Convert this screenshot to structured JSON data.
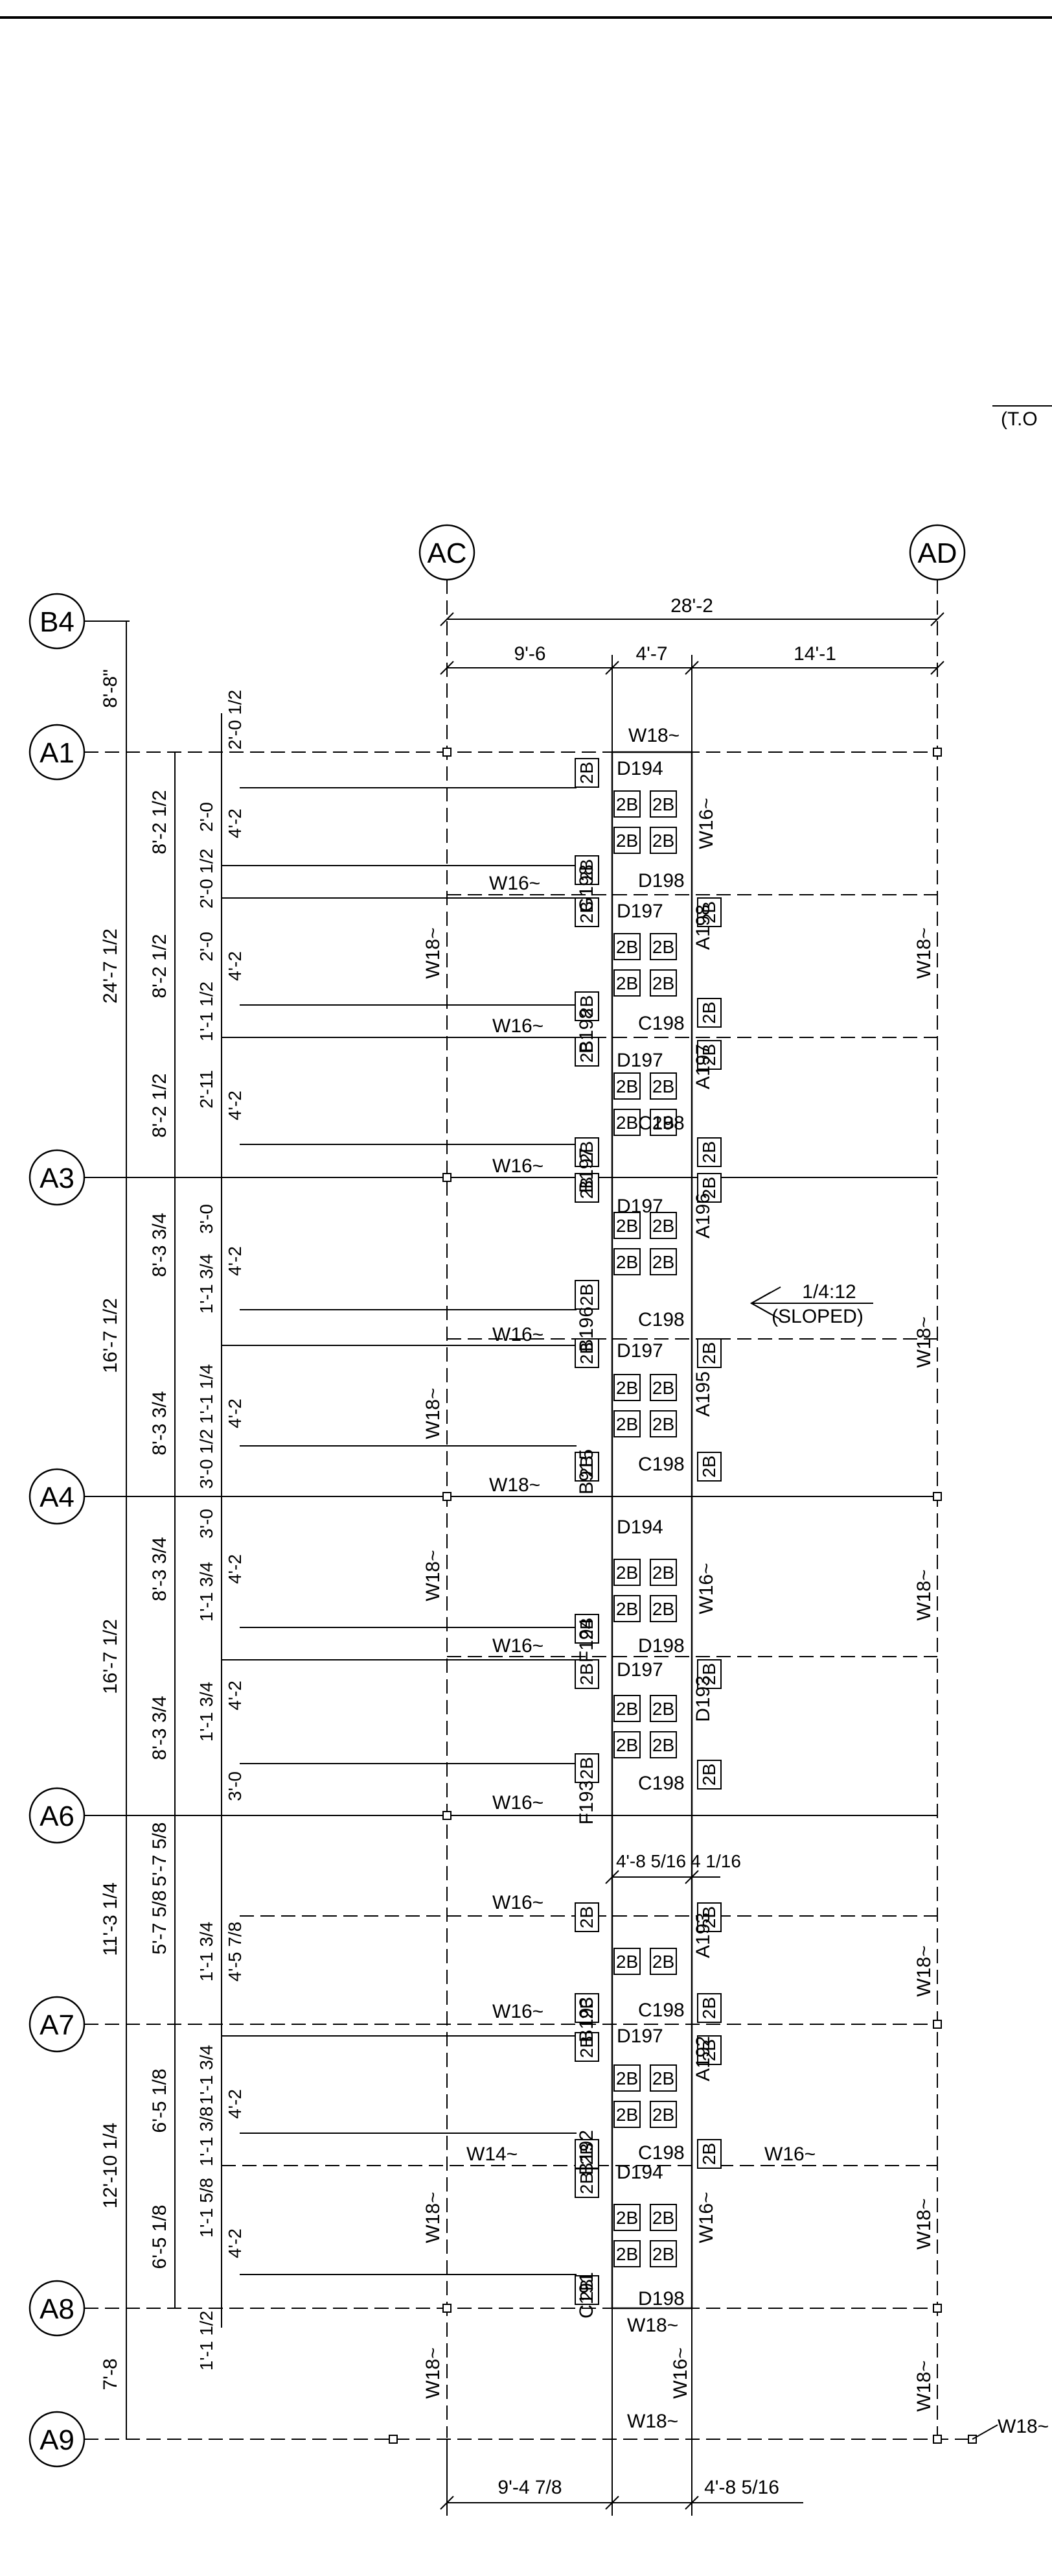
{
  "grids": {
    "horizontal": [
      "B4",
      "A1",
      "A3",
      "A4",
      "A6",
      "A7",
      "A8",
      "A9"
    ],
    "vertical": [
      "AC",
      "AD"
    ]
  },
  "title_fragment": "(T.O",
  "top_dimensions": {
    "overall": "28'-2",
    "left": "9'-6",
    "middle": "4'-7",
    "right": "14'-1"
  },
  "bottom_dimensions": {
    "left": "9'-4 7/8",
    "right": "4'-8 5/16"
  },
  "mid_dimensions": {
    "left": "4'-8 5/16",
    "right": "4 1/16"
  },
  "left_dimensions": {
    "outer": [
      "8'-8\"",
      "24'-7 1/2",
      "16'-7 1/2",
      "16'-7 1/2",
      "11'-3 1/4",
      "12'-10 1/4",
      "7'-8"
    ],
    "middle": [
      "8'-2 1/2",
      "8'-2 1/2",
      "8'-2 1/2",
      "8'-3 3/4",
      "8'-3 3/4",
      "8'-3 3/4",
      "8'-3 3/4",
      "5'-7 5/8",
      "5'-7 5/8",
      "6'-5 1/8",
      "6'-5 1/8"
    ],
    "inner": [
      "2'-0 1/2",
      "2'-0",
      "4'-2",
      "2'-0 1/2",
      "2'-0",
      "4'-2",
      "1'-1 1/2",
      "2'-11",
      "4'-2",
      "3'-0",
      "4'-2",
      "1'-1 3/4",
      "1'-1 1/4",
      "4'-2",
      "3'-0 1/2",
      "3'-0",
      "4'-2",
      "1'-1 3/4",
      "4'-2",
      "1'-1 3/4",
      "3'-0",
      "4'-5 7/8",
      "1'-1 3/4",
      "1'-1 3/4",
      "4'-2",
      "1'-1 3/8",
      "4'-2",
      "1'-1 5/8",
      "1'-1 1/2"
    ]
  },
  "beams": {
    "w18": "W18~",
    "w16": "W16~",
    "w14": "W14~"
  },
  "bay_tags": [
    "D194",
    "D198",
    "G198",
    "D197",
    "A198",
    "B198",
    "C198",
    "D197",
    "A197",
    "C198",
    "B197",
    "D197",
    "A196",
    "B196",
    "C198",
    "D197",
    "A195",
    "B915",
    "C198",
    "D194",
    "F194",
    "D198",
    "D197",
    "D193",
    "F193",
    "C198",
    "A193",
    "B193",
    "C198",
    "D197",
    "A192",
    "B192",
    "C198",
    "D194",
    "C191",
    "D198"
  ],
  "box_label": "2B",
  "slope": {
    "ratio": "1/4:12",
    "note": "(SLOPED)"
  }
}
